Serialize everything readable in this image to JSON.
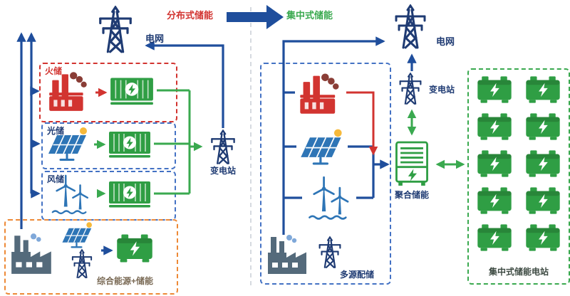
{
  "header": {
    "distributed_label": "分布式储能",
    "centralized_label": "集中式储能"
  },
  "left": {
    "grid_label": "电网",
    "substation_label": "变电站",
    "thermal_label": "火储",
    "solar_label": "光储",
    "wind_label": "风储",
    "integrated_label": "综合能源+储能"
  },
  "right": {
    "grid_label": "电网",
    "substation_label": "变电站",
    "aggregated_label": "聚合储能",
    "multi_source_label": "多源配储",
    "station_label": "集中式储能电站"
  },
  "icons": {
    "grid": "transmission-tower-icon",
    "thermal_plant": "thermal-plant-icon",
    "solar": "solar-panel-icon",
    "wind": "wind-turbine-icon",
    "container": "storage-container-icon",
    "battery": "battery-storage-icon",
    "factory": "factory-icon",
    "aggregator": "aggregated-storage-rack-icon",
    "substation": "substation-tower-icon"
  },
  "colors": {
    "line_blue": "#1f4e9c",
    "navy": "#1f3b73",
    "red": "#d23430",
    "green": "#3aa94f",
    "storage_green": "#2f9e44",
    "orange": "#ed8936",
    "solar_blue": "#2e75b6",
    "slate": "#546a7b"
  }
}
